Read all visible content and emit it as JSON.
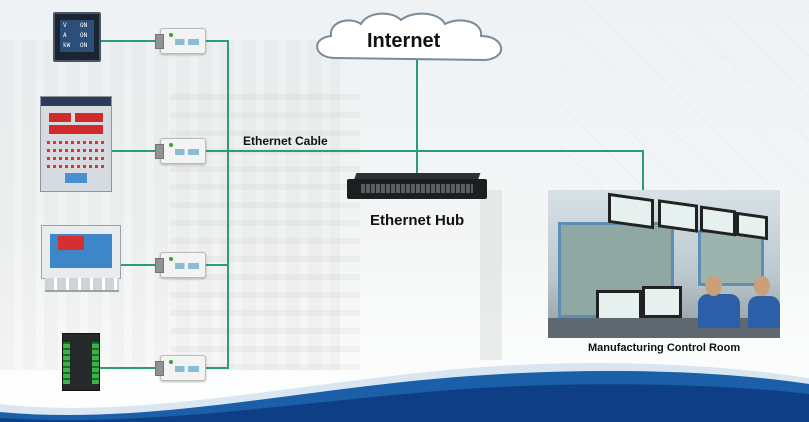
{
  "diagram": {
    "internet_label": "Internet",
    "hub_label": "Ethernet Hub",
    "cable_label": "Ethernet Cable",
    "room_label": "Manufacturing Control Room",
    "line_color": "#2f9a78",
    "swoosh_colors": [
      "#1a5fa8",
      "#0e3f86",
      "#bcd3ea"
    ]
  },
  "devices": {
    "meter_display_lines": [
      "V",
      "ON",
      "A",
      "ON",
      "kW",
      "ON"
    ]
  }
}
